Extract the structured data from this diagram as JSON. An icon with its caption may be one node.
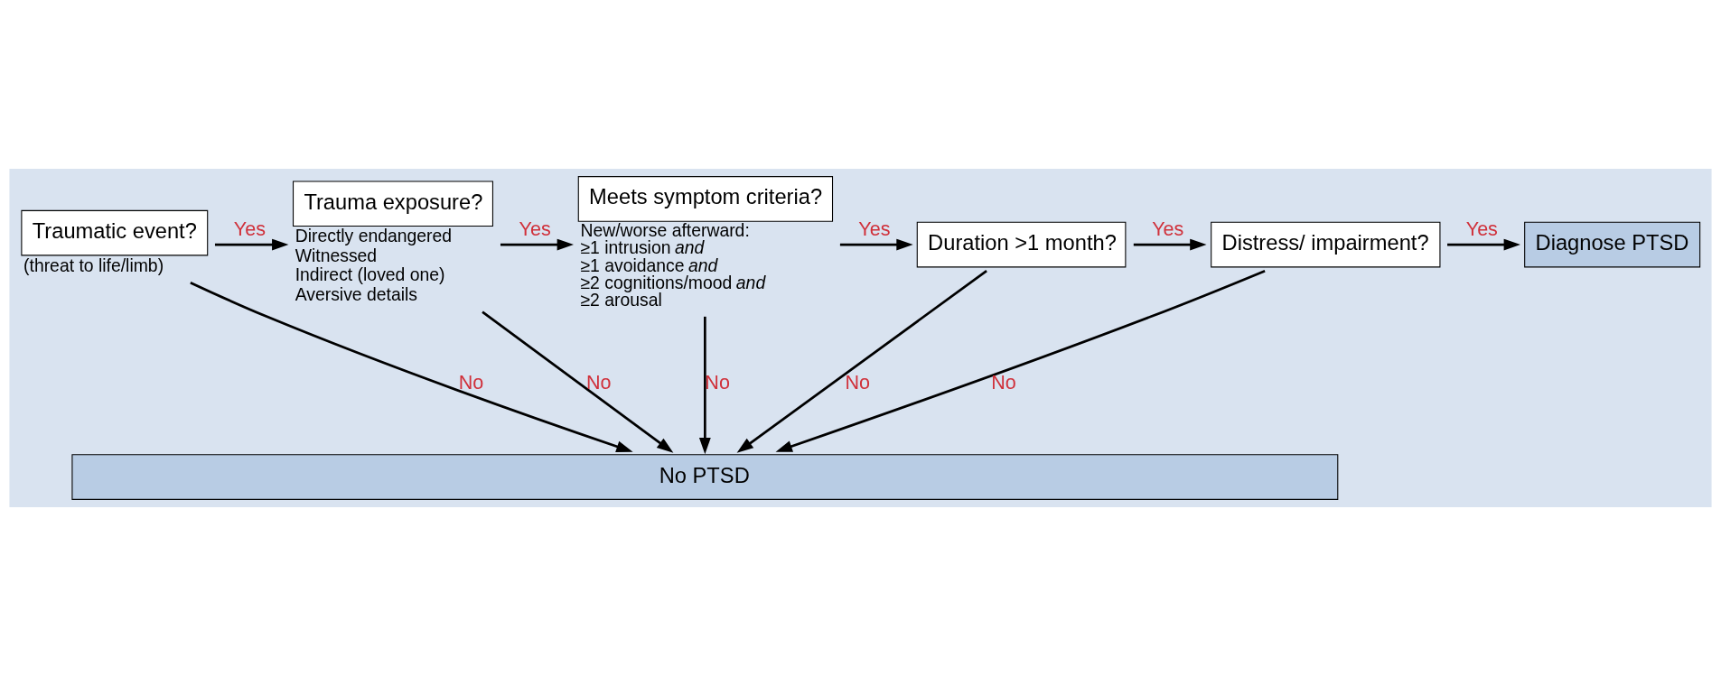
{
  "diagram": {
    "nodes": [
      {
        "text": [
          "Traumatic event?"
        ],
        "beside": [
          "(threat to life/limb)"
        ]
      },
      {
        "text": [
          "Trauma exposure?"
        ],
        "beside": [
          "Directly endangered",
          "Witnessed",
          "Indirect (loved one)",
          "Aversive details"
        ]
      },
      {
        "text": [
          "Meets symptom criteria?"
        ],
        "beside": [
          "New/worse afterward:",
          "≥1 intrusion *and*",
          "≥1 avoidance *and*",
          "≥2 cognitions/mood *and*",
          "≥2 arousal"
        ]
      },
      {
        "text": [
          "Duration >1 month?"
        ]
      },
      {
        "text": [
          "Distress/ impairment?"
        ]
      },
      {
        "text": [
          "Diagnose PTSD"
        ]
      },
      {
        "text": [
          "No PTSD"
        ]
      }
    ],
    "edges": [
      {
        "from": 0,
        "to": 1,
        "arrow": "to",
        "label": "Yes"
      },
      {
        "from": 1,
        "to": 2,
        "arrow": "to",
        "label": "Yes"
      },
      {
        "from": 2,
        "to": 3,
        "arrow": "to",
        "label": "Yes"
      },
      {
        "from": 3,
        "to": 4,
        "arrow": "to",
        "label": "Yes"
      },
      {
        "from": 4,
        "to": 5,
        "arrow": "to",
        "label": "Yes"
      },
      {
        "from": 0,
        "to": 6,
        "arrow": "to",
        "label": "No"
      },
      {
        "from": 1,
        "to": 6,
        "arrow": "to",
        "label": "No"
      },
      {
        "from": 2,
        "to": 6,
        "arrow": "to",
        "label": "No"
      },
      {
        "from": 3,
        "to": 6,
        "arrow": "to",
        "label": "No"
      },
      {
        "from": 4,
        "to": 6,
        "arrow": "to",
        "label": "No"
      }
    ]
  }
}
